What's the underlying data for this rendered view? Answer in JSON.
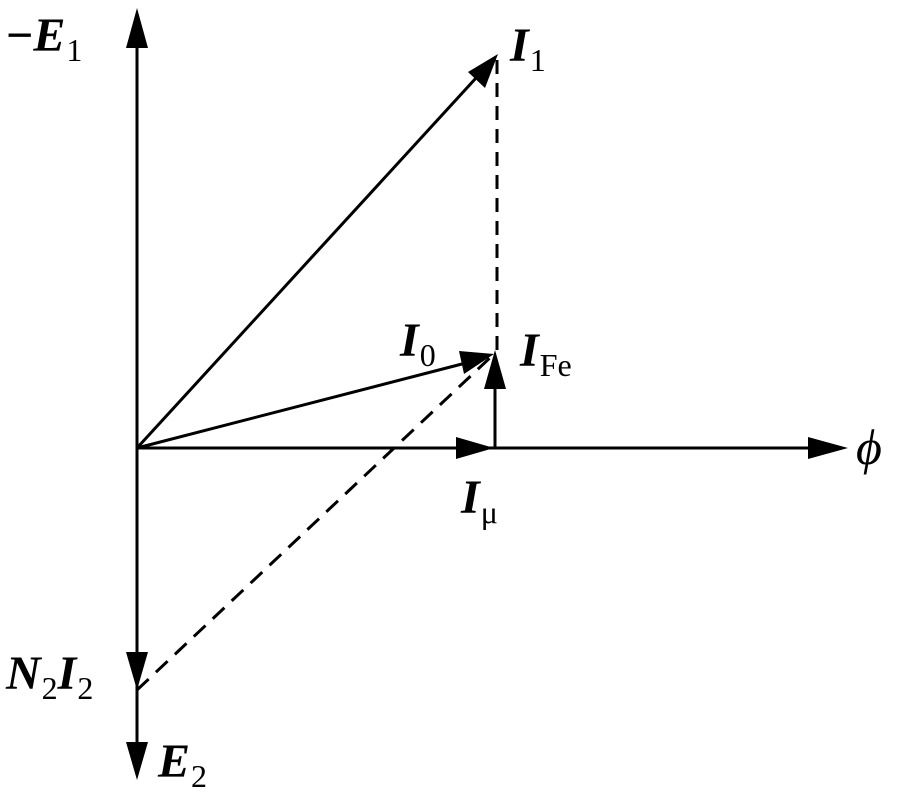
{
  "labels": {
    "neg_e1": {
      "sign": "−",
      "sym": "E",
      "sub": "1"
    },
    "i1": {
      "sym": "I",
      "sub": "1"
    },
    "i0": {
      "sym": "I",
      "sub": "0"
    },
    "ife": {
      "sym": "I",
      "sub": "Fe"
    },
    "phi": {
      "sym": "ϕ"
    },
    "imu": {
      "sym": "I",
      "sub": "μ"
    },
    "n2i2": {
      "sym1": "N",
      "sub1": "2",
      "sym2": "I",
      "sub2": "2"
    },
    "e2": {
      "sym": "E",
      "sub": "2"
    }
  },
  "colors": {
    "stroke": "#000000",
    "background": "#ffffff"
  }
}
